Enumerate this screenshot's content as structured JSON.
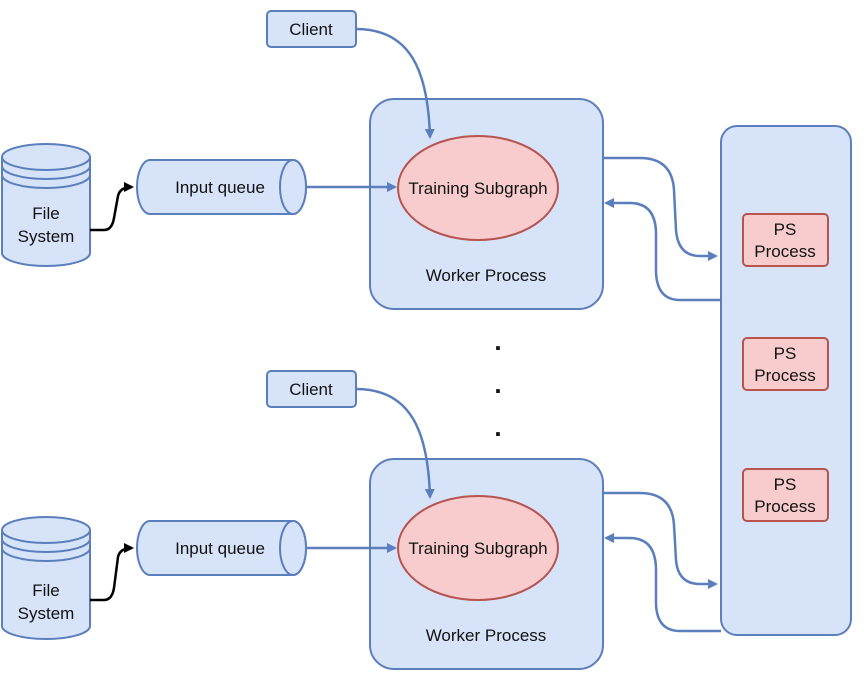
{
  "diagram": {
    "top": {
      "client": "Client",
      "file_system": [
        "File",
        "System"
      ],
      "input_queue": "Input queue",
      "training_subgraph": "Training Subgraph",
      "worker_process": "Worker Process"
    },
    "bottom": {
      "client": "Client",
      "file_system": [
        "File",
        "System"
      ],
      "input_queue": "Input queue",
      "training_subgraph": "Training Subgraph",
      "worker_process": "Worker Process"
    },
    "ellipsis": ".",
    "ps_processes": [
      [
        "PS",
        "Process"
      ],
      [
        "PS",
        "Process"
      ],
      [
        "PS",
        "Process"
      ]
    ]
  },
  "colors": {
    "blue_fill": "#d6e3f8",
    "blue_stroke": "#5b7fbd",
    "red_fill": "#f8cccc",
    "red_stroke": "#b85450",
    "black_arrow": "#000000"
  }
}
